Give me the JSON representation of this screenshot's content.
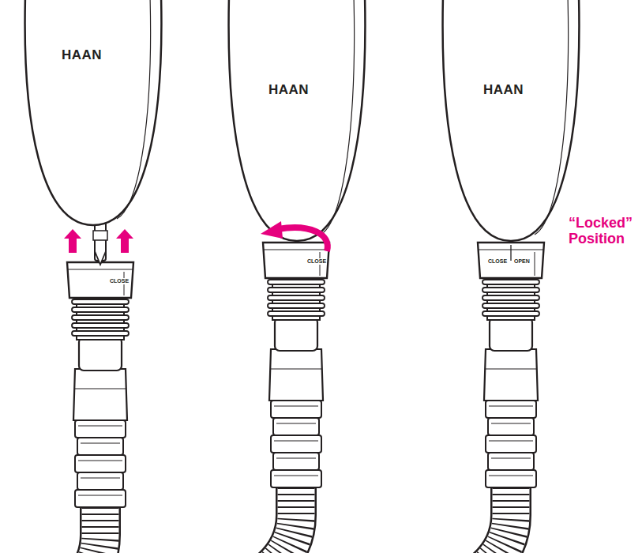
{
  "diagram": {
    "labels": [
      "HAAN",
      "CLOSE",
      "HAAN",
      "CLOSE",
      "HAAN",
      "CLOSE",
      "OPEN",
      "“Locked” Position"
    ]
  }
}
